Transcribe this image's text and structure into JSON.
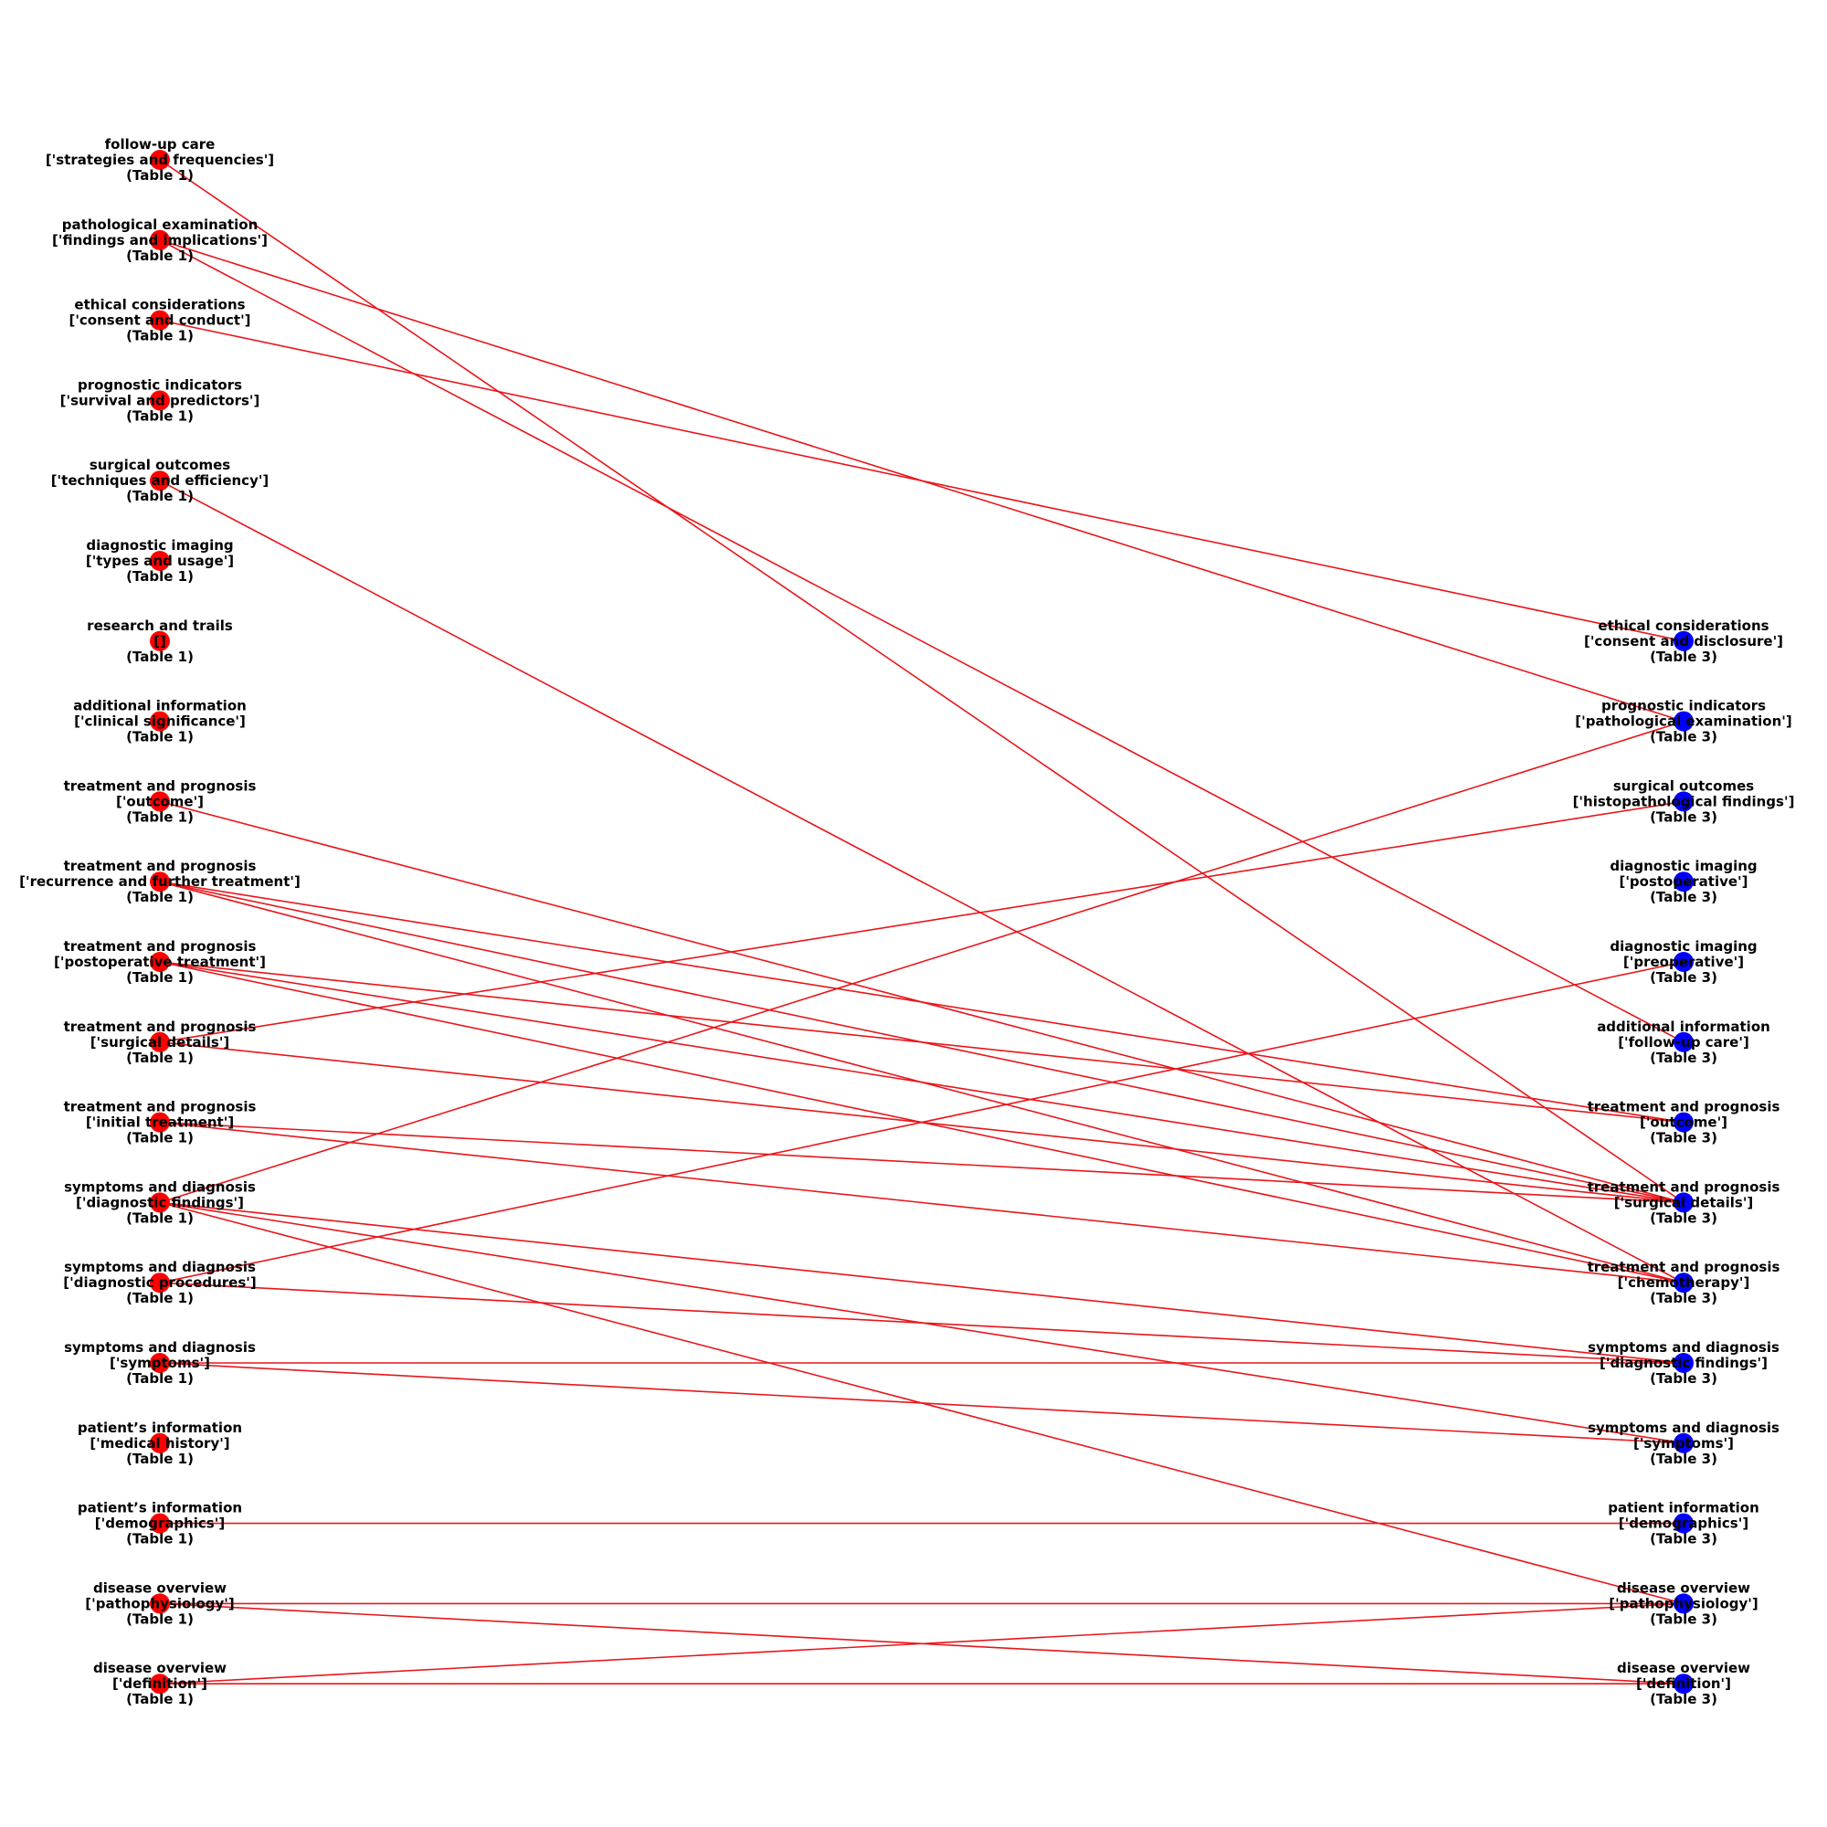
{
  "colors": {
    "left_node": "#ff0000",
    "right_node": "#0000ff",
    "edge": "#e8161b",
    "label": "#000000"
  },
  "left_nodes": [
    {
      "id": "L0",
      "lines": [
        "follow-up care",
        "['strategies and frequencies']",
        "(Table 1)"
      ]
    },
    {
      "id": "L1",
      "lines": [
        "pathological examination",
        "['findings and implications']",
        "(Table 1)"
      ]
    },
    {
      "id": "L2",
      "lines": [
        "ethical considerations",
        "['consent and conduct']",
        "(Table 1)"
      ]
    },
    {
      "id": "L3",
      "lines": [
        "prognostic indicators",
        "['survival and predictors']",
        "(Table 1)"
      ]
    },
    {
      "id": "L4",
      "lines": [
        "surgical outcomes",
        "['techniques and efficiency']",
        "(Table 1)"
      ]
    },
    {
      "id": "L5",
      "lines": [
        "diagnostic imaging",
        "['types and usage']",
        "(Table 1)"
      ]
    },
    {
      "id": "L6",
      "lines": [
        "research and trails",
        "[]",
        "(Table 1)"
      ]
    },
    {
      "id": "L7",
      "lines": [
        "additional information",
        "['clinical significance']",
        "(Table 1)"
      ]
    },
    {
      "id": "L8",
      "lines": [
        "treatment and prognosis",
        "['outcome']",
        "(Table 1)"
      ]
    },
    {
      "id": "L9",
      "lines": [
        "treatment and prognosis",
        "['recurrence and further treatment']",
        "(Table 1)"
      ]
    },
    {
      "id": "L10",
      "lines": [
        "treatment and prognosis",
        "['postoperative treatment']",
        "(Table 1)"
      ]
    },
    {
      "id": "L11",
      "lines": [
        "treatment and prognosis",
        "['surgical details']",
        "(Table 1)"
      ]
    },
    {
      "id": "L12",
      "lines": [
        "treatment and prognosis",
        "['initial treatment']",
        "(Table 1)"
      ]
    },
    {
      "id": "L13",
      "lines": [
        "symptoms and diagnosis",
        "['diagnostic findings']",
        "(Table 1)"
      ]
    },
    {
      "id": "L14",
      "lines": [
        "symptoms and diagnosis",
        "['diagnostic procedures']",
        "(Table 1)"
      ]
    },
    {
      "id": "L15",
      "lines": [
        "symptoms and diagnosis",
        "['symptoms']",
        "(Table 1)"
      ]
    },
    {
      "id": "L16",
      "lines": [
        "patient’s information",
        "['medical history']",
        "(Table 1)"
      ]
    },
    {
      "id": "L17",
      "lines": [
        "patient’s information",
        "['demographics']",
        "(Table 1)"
      ]
    },
    {
      "id": "L18",
      "lines": [
        "disease overview",
        "['pathophysiology']",
        "(Table 1)"
      ]
    },
    {
      "id": "L19",
      "lines": [
        "disease overview",
        "['definition']",
        "(Table 1)"
      ]
    }
  ],
  "right_nodes": [
    {
      "id": "R0",
      "lines": [
        "ethical considerations",
        "['consent and disclosure']",
        "(Table 3)"
      ]
    },
    {
      "id": "R1",
      "lines": [
        "prognostic indicators",
        "['pathological examination']",
        "(Table 3)"
      ]
    },
    {
      "id": "R2",
      "lines": [
        "surgical outcomes",
        "['histopathological findings']",
        "(Table 3)"
      ]
    },
    {
      "id": "R3",
      "lines": [
        "diagnostic imaging",
        "['postoperative']",
        "(Table 3)"
      ]
    },
    {
      "id": "R4",
      "lines": [
        "diagnostic imaging",
        "['preoperative']",
        "(Table 3)"
      ]
    },
    {
      "id": "R5",
      "lines": [
        "additional information",
        "['follow-up care']",
        "(Table 3)"
      ]
    },
    {
      "id": "R6",
      "lines": [
        "treatment and prognosis",
        "['outcome']",
        "(Table 3)"
      ]
    },
    {
      "id": "R7",
      "lines": [
        "treatment and prognosis",
        "['surgical details']",
        "(Table 3)"
      ]
    },
    {
      "id": "R8",
      "lines": [
        "treatment and prognosis",
        "['chemotherapy']",
        "(Table 3)"
      ]
    },
    {
      "id": "R9",
      "lines": [
        "symptoms and diagnosis",
        "['diagnostic findings']",
        "(Table 3)"
      ]
    },
    {
      "id": "R10",
      "lines": [
        "symptoms and diagnosis",
        "['symptoms']",
        "(Table 3)"
      ]
    },
    {
      "id": "R11",
      "lines": [
        "patient information",
        "['demographics']",
        "(Table 3)"
      ]
    },
    {
      "id": "R12",
      "lines": [
        "disease overview",
        "['pathophysiology']",
        "(Table 3)"
      ]
    },
    {
      "id": "R13",
      "lines": [
        "disease overview",
        "['definition']",
        "(Table 3)"
      ]
    }
  ],
  "edges": [
    [
      "L0",
      "R7"
    ],
    [
      "L1",
      "R1"
    ],
    [
      "L1",
      "R5"
    ],
    [
      "L2",
      "R0"
    ],
    [
      "L4",
      "R8"
    ],
    [
      "L8",
      "R7"
    ],
    [
      "L9",
      "R6"
    ],
    [
      "L9",
      "R7"
    ],
    [
      "L9",
      "R8"
    ],
    [
      "L10",
      "R6"
    ],
    [
      "L10",
      "R7"
    ],
    [
      "L10",
      "R8"
    ],
    [
      "L11",
      "R2"
    ],
    [
      "L11",
      "R7"
    ],
    [
      "L12",
      "R7"
    ],
    [
      "L12",
      "R8"
    ],
    [
      "L13",
      "R1"
    ],
    [
      "L13",
      "R9"
    ],
    [
      "L13",
      "R10"
    ],
    [
      "L13",
      "R12"
    ],
    [
      "L14",
      "R4"
    ],
    [
      "L14",
      "R9"
    ],
    [
      "L15",
      "R9"
    ],
    [
      "L15",
      "R10"
    ],
    [
      "L17",
      "R11"
    ],
    [
      "L18",
      "R12"
    ],
    [
      "L18",
      "R13"
    ],
    [
      "L19",
      "R12"
    ],
    [
      "L19",
      "R13"
    ]
  ]
}
